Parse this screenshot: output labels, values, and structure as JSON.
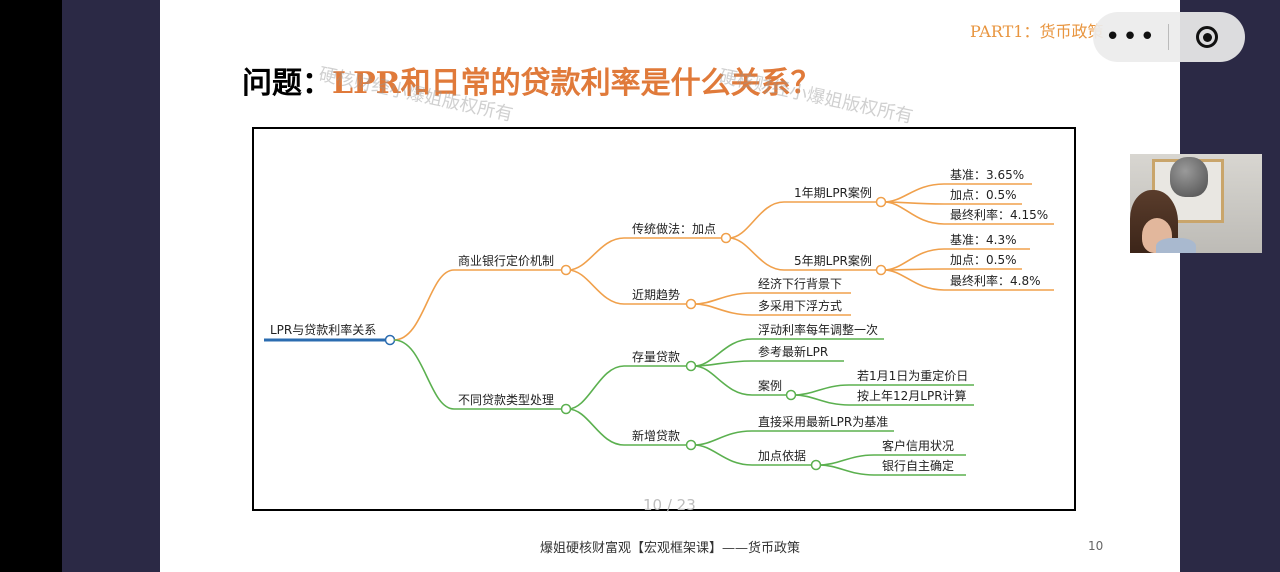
{
  "slide": {
    "part_label": "PART1：货币政策",
    "title_prefix": "问题：",
    "title_text": "LPR和日常的贷款利率是什么关系？",
    "watermark": "硬核财经小爆姐版权所有",
    "pager": "10 / 23",
    "footer": "爆姐硬核财富观【宏观框架课】——货币政策",
    "page_number": "10"
  },
  "toolbar": {
    "more_icon": "more-dots-icon",
    "close_icon": "target-circle-icon"
  },
  "colors": {
    "orange": "#f0a04b",
    "green": "#5bb04f",
    "blue": "#2b6cb0",
    "title_orange": "#e07a3a"
  },
  "mindmap": {
    "root": "LPR与贷款利率关系",
    "branches": [
      {
        "label": "商业银行定价机制",
        "children": [
          {
            "label": "传统做法：加点",
            "children": [
              {
                "label": "1年期LPR案例",
                "children": [
                  "基准：3.65%",
                  "加点：0.5%",
                  "最终利率：4.15%"
                ]
              },
              {
                "label": "5年期LPR案例",
                "children": [
                  "基准：4.3%",
                  "加点：0.5%",
                  "最终利率：4.8%"
                ]
              }
            ]
          },
          {
            "label": "近期趋势",
            "children": [
              "经济下行背景下",
              "多采用下浮方式"
            ]
          }
        ]
      },
      {
        "label": "不同贷款类型处理",
        "children": [
          {
            "label": "存量贷款",
            "children": [
              "浮动利率每年调整一次",
              "参考最新LPR",
              {
                "label": "案例",
                "children": [
                  "若1月1日为重定价日",
                  "按上年12月LPR计算"
                ]
              }
            ]
          },
          {
            "label": "新增贷款",
            "children": [
              "直接采用最新LPR为基准",
              {
                "label": "加点依据",
                "children": [
                  "客户信用状况",
                  "银行自主确定"
                ]
              }
            ]
          }
        ]
      }
    ]
  }
}
